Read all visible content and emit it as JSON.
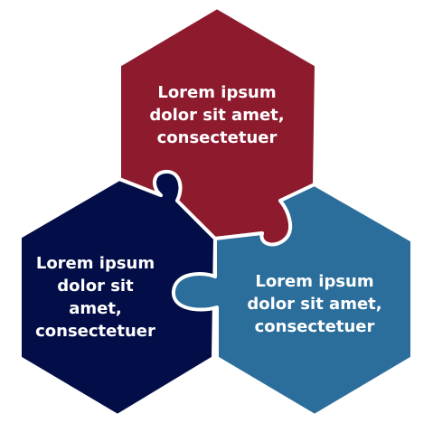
{
  "colors": {
    "top": "#8e1a2e",
    "left": "#030d47",
    "right": "#2b6e9c",
    "text": "#ffffff",
    "gap": "#ffffff"
  },
  "pieces": {
    "top": {
      "lines": [
        "Lorem ipsum",
        "dolor sit amet,",
        "consectetuer"
      ]
    },
    "left": {
      "lines": [
        "Lorem ipsum",
        "dolor sit",
        "amet,",
        "consectetuer"
      ]
    },
    "right": {
      "lines": [
        "Lorem ipsum",
        "dolor sit amet,",
        "consectetuer"
      ]
    }
  }
}
